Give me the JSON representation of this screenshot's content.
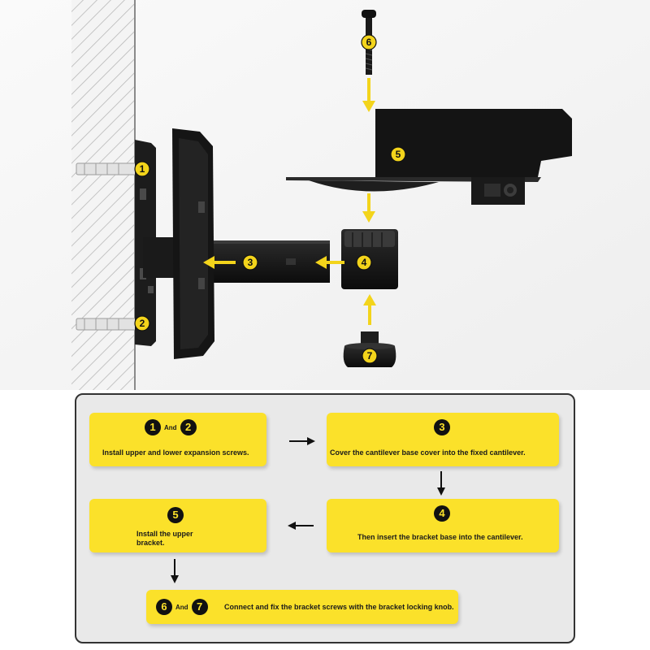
{
  "diagram": {
    "callouts": [
      "1",
      "2",
      "3",
      "4",
      "5",
      "6",
      "7"
    ]
  },
  "steps": {
    "and_label": "And",
    "step_1_2": {
      "numbers": [
        "1",
        "2"
      ],
      "text": "Install upper and lower expansion screws."
    },
    "step_3": {
      "numbers": [
        "3"
      ],
      "text": "Cover the cantilever base cover into the fixed cantilever."
    },
    "step_4": {
      "numbers": [
        "4"
      ],
      "text": "Then insert the bracket base into the cantilever."
    },
    "step_5": {
      "numbers": [
        "5"
      ],
      "text_line1": "Install the upper",
      "text_line2": "bracket."
    },
    "step_6_7": {
      "numbers": [
        "6",
        "7"
      ],
      "text": "Connect and fix the bracket screws with the bracket locking knob."
    }
  },
  "colors": {
    "accent_yellow": "#fbe12a",
    "hardware_black": "#161616",
    "panel_gray": "#e9e9e9"
  }
}
